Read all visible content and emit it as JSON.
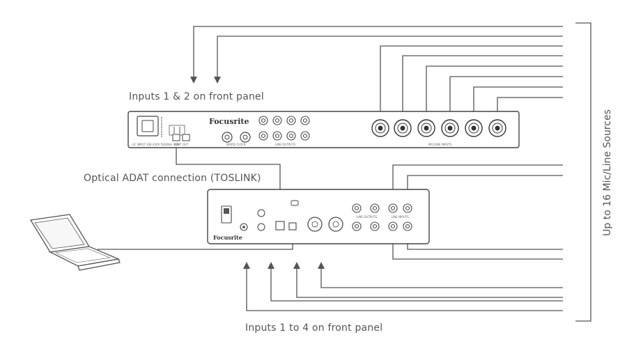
{
  "labels": {
    "front_panel_top": "Inputs 1 & 2 on front panel",
    "optical": "Optical ADAT connection (TOSLINK)",
    "front_panel_bottom": "Inputs 1 to 4 on front panel",
    "sources": "Up to 16 Mic/Line Sources"
  },
  "rack_unit": {
    "brand": "Focusrite",
    "power_text": "AC INPUT 100-240V 50/60Hz 30W",
    "optical_out_label": "ADAT OUT",
    "word_clock_label": "WORD CLOCK",
    "line_outputs_label": "LINE OUTPUTS",
    "mic_inputs_label": "MIC/LINE INPUTS"
  },
  "interface": {
    "brand": "Focusrite",
    "line_outputs_label": "LINE OUTPUTS",
    "line_inputs_label": "LINE INPUTS"
  },
  "colors": {
    "line": "#555555",
    "device_stroke": "#444444",
    "text": "#555555"
  }
}
